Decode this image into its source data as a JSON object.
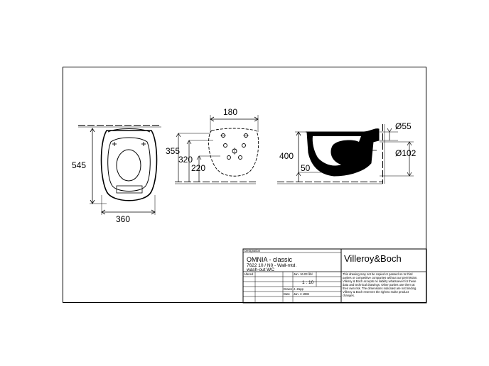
{
  "dimensions": {
    "front_height": "545",
    "front_width": "360",
    "top_width": "180",
    "top_h1": "355",
    "top_h2": "320",
    "top_h3": "220",
    "side_height": "400",
    "side_lower": "50",
    "side_d1": "Ø55",
    "side_d2": "Ø102"
  },
  "title_block": {
    "designation_label": "Designation",
    "product_name": "OMNIA - classic",
    "product_code": "7622 10 / N0 - Wall-mtd.",
    "product_type": "wash-out WC",
    "brand": "Villeroy&Boch",
    "altered_label": "Altered",
    "altered_value": "Jan. 16.03 ßbl",
    "scale": "1 : 10",
    "drawn_label": "Drawn",
    "drawn_value": "J. Zapp",
    "date_label": "Date",
    "date_value": "Jan. 3 1986",
    "disclaimer_lines": [
      "This drawing may not be copied or passed on to third",
      "parties or competitive companies without our permission.",
      "Villeroy & Boch accepts no liability whatsoever for these",
      "data and technical drawings. Other parties use them at",
      "their own risk. The dimensions indicated are not binding.",
      "Villeroy & Boch reserves the right to make product",
      "changes."
    ]
  }
}
